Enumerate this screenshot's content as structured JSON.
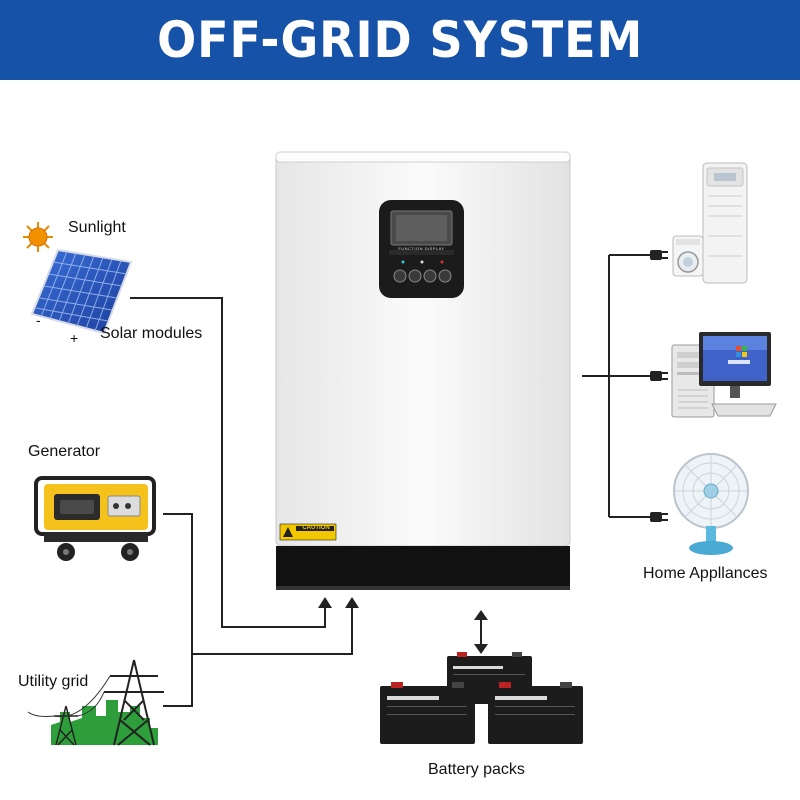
{
  "title": "OFF-GRID SYSTEM",
  "sources": {
    "sunlight": "Sunlight",
    "solar_modules": "Solar modules",
    "generator": "Generator",
    "utility_grid": "Utility grid"
  },
  "panel_polarity": {
    "negative": "-",
    "positive": "+"
  },
  "inverter": {
    "display_label": "FUNCTION DISPLAY",
    "caution_label": "CAUTION"
  },
  "loads": {
    "label": "Home Appllances"
  },
  "storage": {
    "label": "Battery packs"
  },
  "colors": {
    "banner": "#1652a8",
    "wire": "#222222",
    "battery": "#1c1c1c",
    "inverter_body": "#f2f2f2",
    "inverter_base": "#111111"
  }
}
